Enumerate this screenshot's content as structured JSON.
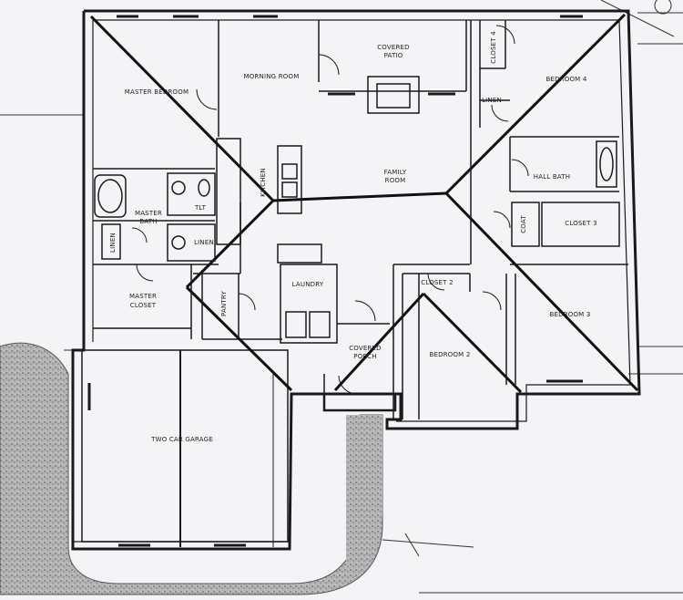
{
  "plan": {
    "rooms": {
      "master_bedroom": "MASTER BEDROOM",
      "morning_room": "MORNING ROOM",
      "covered_patio": [
        "COVERED",
        "PATIO"
      ],
      "closet_4": "CLOSET 4",
      "bedroom_4": "BEDROOM 4",
      "master_bath": [
        "MASTER",
        "BATH"
      ],
      "tlt": "TLT",
      "linen_left": "LINEN",
      "linen_center": "LINEN",
      "linen_right": "LINEN",
      "kitchen": "KITCHEN",
      "family_room": [
        "FAMILY",
        "ROOM"
      ],
      "hall_bath": "HALL BATH",
      "coat": "COAT",
      "closet_3": "CLOSET 3",
      "master_closet": [
        "MASTER",
        "CLOSET"
      ],
      "pantry": "PANTRY",
      "laundry": "LAUNDRY",
      "closet_2": "CLOSET 2",
      "bedroom_3": "BEDROOM 3",
      "covered_porch": [
        "COVERED",
        "PORCH"
      ],
      "bedroom_2": "BEDROOM 2",
      "garage": "TWO CAR GARAGE"
    },
    "colors": {
      "paper": "#f4f4f6",
      "ink": "#1a1a1a",
      "gravel": "#9a9a9a"
    }
  }
}
